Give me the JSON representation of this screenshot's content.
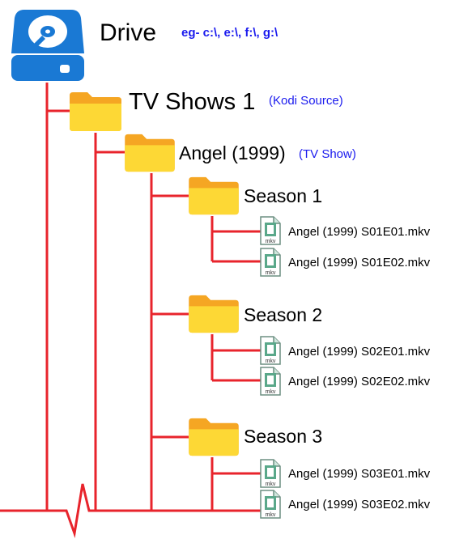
{
  "drive": {
    "label": "Drive",
    "note": "eg- c:\\, e:\\, f:\\, g:\\",
    "icon": "hard-drive-icon"
  },
  "source": {
    "label": "TV Shows 1",
    "note": "(Kodi Source)",
    "icon": "folder-icon"
  },
  "show": {
    "label": "Angel (1999)",
    "note": "(TV Show)",
    "icon": "folder-icon"
  },
  "seasons": [
    {
      "label": "Season 1",
      "icon": "folder-icon",
      "files": [
        "Angel (1999) S01E01.mkv",
        "Angel (1999) S01E02.mkv"
      ]
    },
    {
      "label": "Season 2",
      "icon": "folder-icon",
      "files": [
        "Angel (1999) S02E01.mkv",
        "Angel (1999) S02E02.mkv"
      ]
    },
    {
      "label": "Season 3",
      "icon": "folder-icon",
      "files": [
        "Angel (1999) S03E01.mkv",
        "Angel (1999) S03E02.mkv"
      ]
    }
  ],
  "file_icon_label": "mkv",
  "colors": {
    "connector": "#e8242c",
    "note_text": "#1a1aee",
    "drive_blue": "#1a79d4",
    "folder_yellow": "#fdd835",
    "folder_tab": "#f5a623",
    "file_icon_green": "#5aa88a"
  }
}
